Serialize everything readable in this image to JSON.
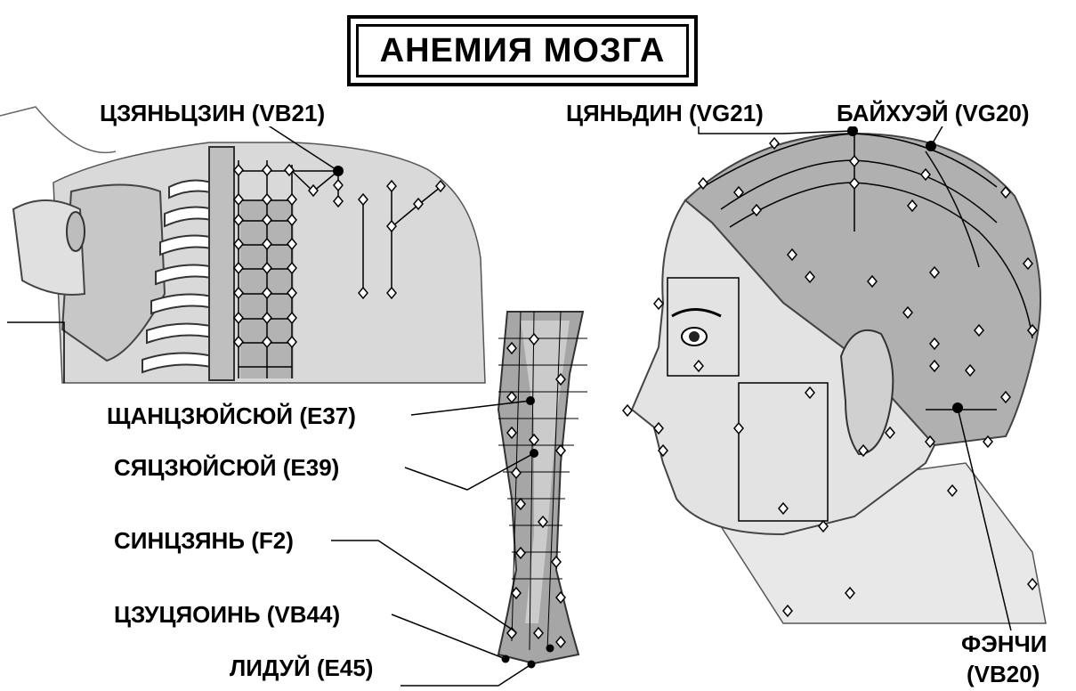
{
  "title": "АНЕМИЯ   МОЗГА",
  "labels": {
    "vb21": "ЦЗЯНЬЦЗИН (VB21)",
    "vg21": "ЦЯНЬДИН (VG21)",
    "vg20": "БАЙХУЭЙ (VG20)",
    "e37": "ЩАНЦЗЮЙСЮЙ (E37)",
    "e39": "СЯЦЗЮЙСЮЙ (E39)",
    "f2": "СИНЦЗЯНЬ (F2)",
    "vb44": "ЦЗУЦЯОИНЬ (VB44)",
    "e45": "ЛИДУЙ (E45)",
    "vb20_line1": "ФЭНЧИ",
    "vb20_line2": "(VB20)"
  },
  "colors": {
    "skin": "#e6e6e6",
    "hair": "#a8a8a8",
    "shadow": "#8c8c8c",
    "line": "#000000",
    "point_fill": "#ffffff",
    "active_point": "#000000"
  }
}
